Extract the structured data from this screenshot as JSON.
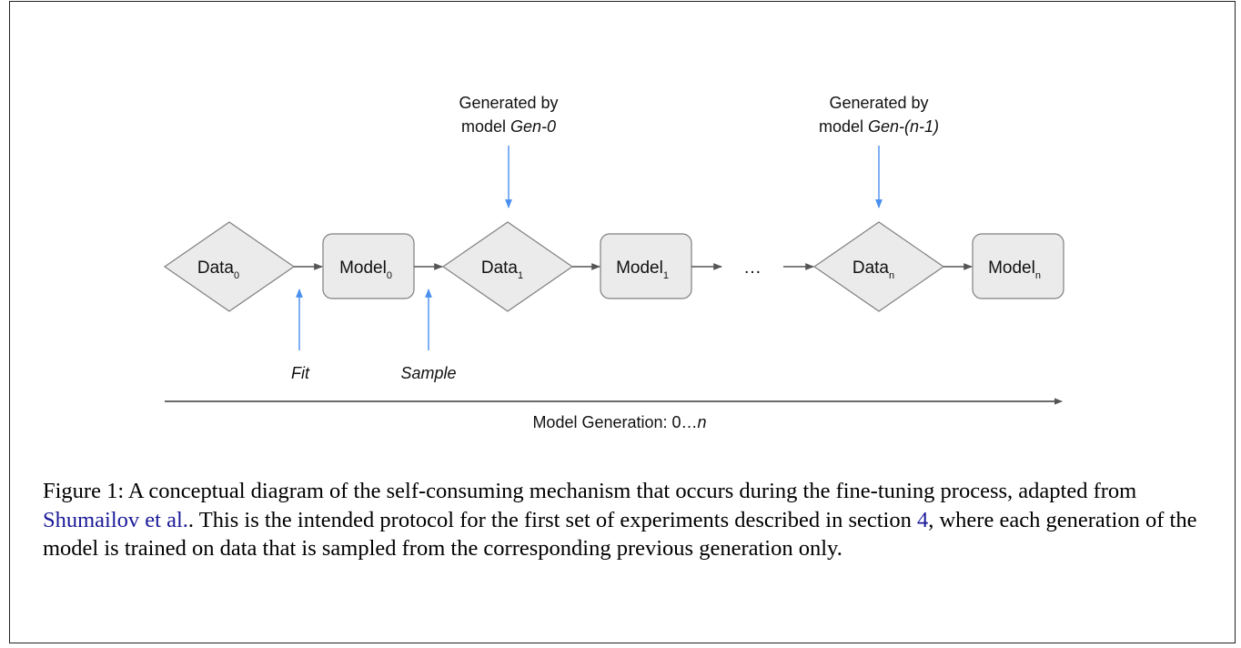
{
  "diagram": {
    "nodes": [
      {
        "id": "data0",
        "shape": "diamond",
        "label": "Data",
        "sub": "0"
      },
      {
        "id": "model0",
        "shape": "rounded-rect",
        "label": "Model",
        "sub": "0"
      },
      {
        "id": "data1",
        "shape": "diamond",
        "label": "Data",
        "sub": "1"
      },
      {
        "id": "model1",
        "shape": "rounded-rect",
        "label": "Model",
        "sub": "1"
      },
      {
        "id": "datan",
        "shape": "diamond",
        "label": "Data",
        "sub": "n"
      },
      {
        "id": "modeln",
        "shape": "rounded-rect",
        "label": "Model",
        "sub": "n"
      }
    ],
    "ellipsis": "…",
    "annotations": {
      "gen0_line1": "Generated by",
      "gen0_line2_prefix": "model ",
      "gen0_line2_italic": "Gen-0",
      "genn_line1": "Generated by",
      "genn_line2_prefix": "model ",
      "genn_line2_italic": "Gen-(n-1)",
      "fit": "Fit",
      "sample": "Sample"
    },
    "axis": {
      "label_prefix": "Model Generation: 0…",
      "label_italic": "n"
    },
    "colors": {
      "node_fill": "#ebebeb",
      "node_stroke": "#7f7f7f",
      "arrow": "#555555",
      "blue_arrow": "#4a8ff0"
    }
  },
  "caption": {
    "prefix": "Figure 1:  A conceptual diagram of the self-consuming mechanism that occurs during the fine-tuning process, adapted from ",
    "link_text": "Shumailov et al.",
    "middle": ". This is the intended protocol for the first set of experiments described in section ",
    "section_ref": "4",
    "suffix": ", where each generation of the model is trained on data that is sampled from the corresponding previous generation only."
  }
}
